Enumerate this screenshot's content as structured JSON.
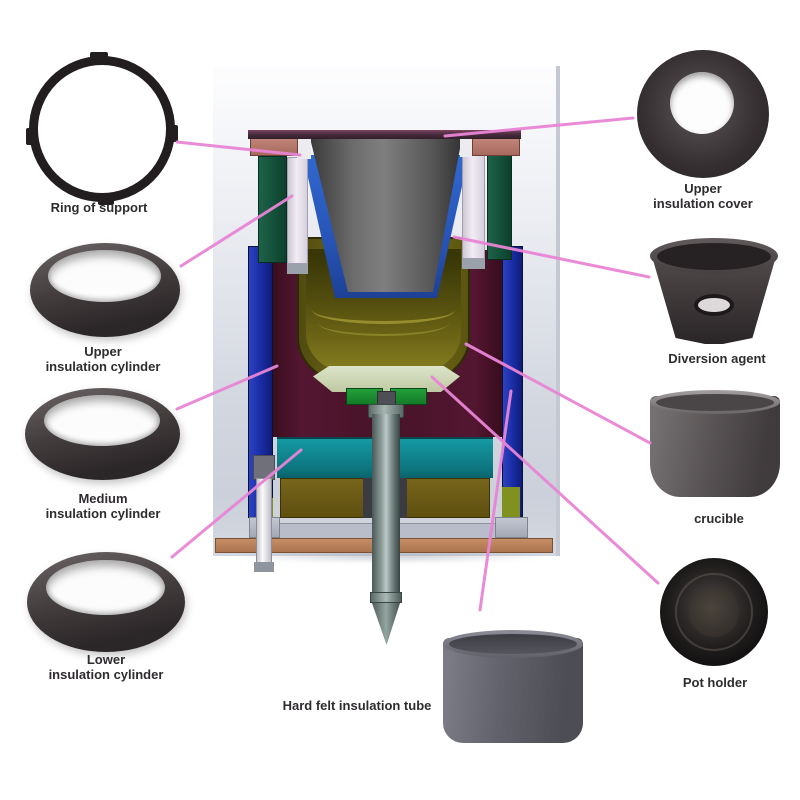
{
  "figure": {
    "type": "labeled-assembly-cross-section",
    "description_visible_text_only": true,
    "parts": {
      "ring_of_support": {
        "label_lines": [
          "Ring of support"
        ]
      },
      "upper_insulation_cylinder": {
        "label_lines": [
          "Upper",
          "insulation cylinder"
        ]
      },
      "medium_insulation_cylinder": {
        "label_lines": [
          "Medium",
          "insulation cylinder"
        ]
      },
      "lower_insulation_cylinder": {
        "label_lines": [
          "Lower",
          "insulation cylinder"
        ]
      },
      "upper_insulation_cover": {
        "label_lines": [
          "Upper",
          "insulation cover"
        ]
      },
      "diversion_agent": {
        "label_lines": [
          "Diversion agent"
        ]
      },
      "crucible": {
        "label_lines": [
          "crucible"
        ]
      },
      "pot_holder": {
        "label_lines": [
          "Pot holder"
        ]
      },
      "hard_felt_insulation_tube": {
        "label_lines": [
          "Hard felt insulation tube"
        ]
      }
    },
    "colors": {
      "connector_pink": "#e985d6",
      "panel_grey": "#ccd0da",
      "crucible_olive": "#6f6916",
      "diversion_funnel_blue": "#2856b8",
      "insulation_maroon": "#471327",
      "outer_shell_blue": "#1a2da6",
      "teal_band": "#0d737c",
      "lower_band_dark_yellow": "#5e4f10",
      "copper_base": "#b57f5c",
      "salmon_flange": "#b77b72",
      "green_flange": "#14503a",
      "photo_part_dark_grey": "#3a3536",
      "label_text": "#2f2c2f"
    }
  }
}
